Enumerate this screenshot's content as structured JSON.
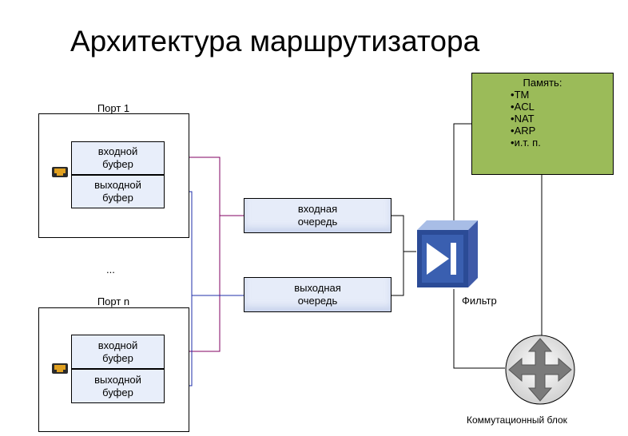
{
  "title": "Архитектура маршрутизатора",
  "ports": [
    {
      "label": "Порт 1",
      "input_buffer": "входной буфер",
      "output_buffer": "выходной буфер"
    },
    {
      "label": "Порт n",
      "input_buffer": "входной буфер",
      "output_buffer": "выходной буфер"
    }
  ],
  "ellipsis": "...",
  "queues": {
    "input": "входная очередь",
    "output": "выходная очередь"
  },
  "memory": {
    "title": "Память:",
    "items": [
      "TM",
      "ACL",
      "NAT",
      "ARP",
      "и.т. п."
    ]
  },
  "filter_label": "Фильтр",
  "switch_label": "Коммутационный блок",
  "colors": {
    "memory_fill": "#9bbb59",
    "buffer_fill": "#e8eefa",
    "input_wire": "#800060",
    "output_wire": "#1f2fa8",
    "filter_blue": "#1f3f88"
  },
  "icons": [
    "network-port-icon",
    "filter-icon",
    "switch-arrows-icon"
  ]
}
